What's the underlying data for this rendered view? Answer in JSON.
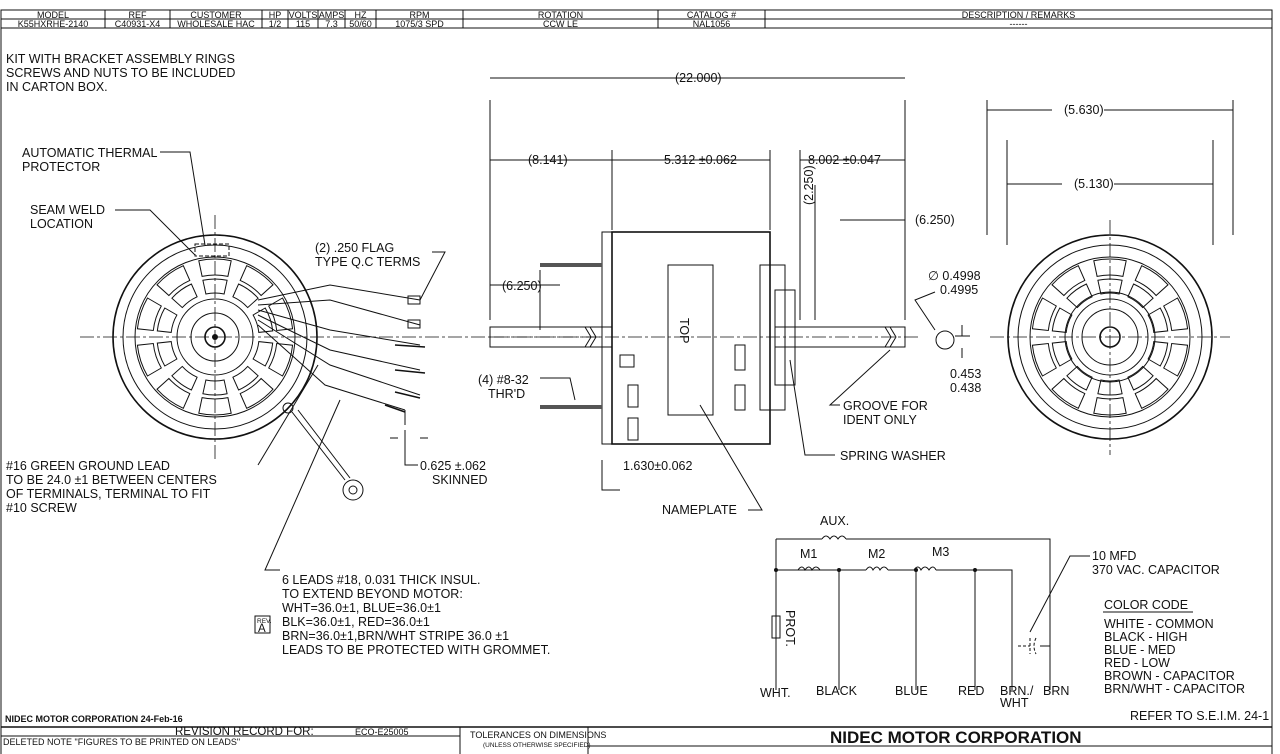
{
  "header_table": {
    "columns": [
      "MODEL",
      "REF",
      "CUSTOMER",
      "HP",
      "VOLTS",
      "AMPS",
      "HZ",
      "RPM",
      "ROTATION",
      "CATALOG #",
      "DESCRIPTION / REMARKS"
    ],
    "values": [
      "K55HXRHE-2140",
      "C40931-X4",
      "WHOLESALE HAC",
      "1/2",
      "115",
      "7.3",
      "50/60",
      "1075/3 SPD",
      "CCW LE",
      "NAL1056",
      "------"
    ]
  },
  "notes": {
    "kit": [
      "KIT WITH BRACKET ASSEMBLY RINGS",
      "SCREWS AND NUTS TO BE INCLUDED",
      "IN CARTON BOX."
    ],
    "thermal": [
      "AUTOMATIC THERMAL",
      "PROTECTOR"
    ],
    "seam": [
      "SEAM WELD",
      "LOCATION"
    ],
    "flag": [
      "(2) .250 FLAG",
      "TYPE Q.C TERMS"
    ],
    "ground": [
      "#16 GREEN GROUND LEAD",
      "TO BE 24.0 ±1 BETWEEN CENTERS",
      "OF TERMINALS, TERMINAL TO FIT",
      "#10 SCREW"
    ],
    "skinned": [
      "0.625 ±.062",
      "SKINNED"
    ],
    "leads": [
      "6 LEADS #18, 0.031 THICK INSUL.",
      "TO EXTEND BEYOND MOTOR:",
      "WHT=36.0±1, BLUE=36.0±1",
      "BLK=36.0±1, RED=36.0±1",
      "BRN=36.0±1,BRN/WHT STRIPE 36.0 ±1",
      "LEADS TO BE PROTECTED WITH GROMMET."
    ],
    "rev_badge": [
      "REV.",
      "A"
    ],
    "thread": [
      "(4) #8-32",
      "THR'D"
    ],
    "nameplate": "NAMEPLATE",
    "top": "TOP",
    "groove": [
      "GROOVE FOR",
      "IDENT ONLY"
    ],
    "spring": "SPRING WASHER",
    "shaft_dia": [
      "∅ 0.4998",
      "0.4995"
    ],
    "flat": [
      "0.453",
      "0.438"
    ]
  },
  "dimensions": {
    "overall": "(22.000)",
    "d8141": "(8.141)",
    "d5312": "5.312 ±0.062",
    "d8002": "8.002 ±0.047",
    "d2250": "(2.250)",
    "d6250r": "(6.250)",
    "d6250l": "(6.250)",
    "d1630": "1.630±0.062",
    "d5630": "(5.630)",
    "d5130": "(5.130)"
  },
  "wiring": {
    "aux": "AUX.",
    "m1": "M1",
    "m2": "M2",
    "m3": "M3",
    "prot": "PROT.",
    "leads": [
      "WHT.",
      "BLACK",
      "BLUE",
      "RED",
      "BRN./",
      "WHT",
      "BRN"
    ],
    "capacitor": [
      "10 MFD",
      "370 VAC. CAPACITOR"
    ],
    "color_code_title": "COLOR CODE",
    "color_code": [
      "WHITE - COMMON",
      "BLACK - HIGH",
      "BLUE - MED",
      "RED - LOW",
      "BROWN - CAPACITOR",
      "BRN/WHT - CAPACITOR"
    ],
    "refer": "REFER TO S.E.I.M. 24-1"
  },
  "footer": {
    "company_date": "NIDEC MOTOR CORPORATION 24-Feb-16",
    "revision_label": "REVISION RECORD FOR:",
    "eco": "ECO-E25005",
    "revision_note": "DELETED NOTE \"FIGURES TO BE PRINTED ON LEADS\"",
    "tolerances": "TOLERANCES ON DIMENSIONS",
    "tolerances_sub": "(UNLESS OTHERWISE SPECIFIED)",
    "company": "NIDEC MOTOR CORPORATION"
  }
}
